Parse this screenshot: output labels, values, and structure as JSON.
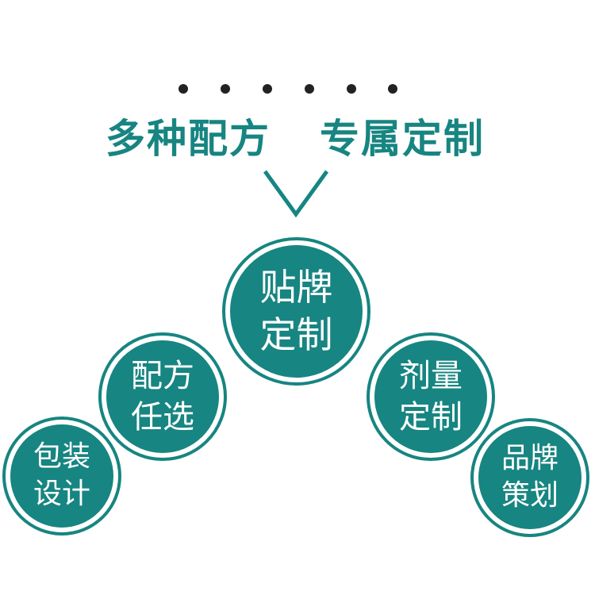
{
  "header": {
    "title_left": "多种配方",
    "title_right": "专属定制"
  },
  "circles": [
    {
      "line1": "贴牌",
      "line2": "定制"
    },
    {
      "line1": "配方",
      "line2": "任选"
    },
    {
      "line1": "包装",
      "line2": "设计"
    },
    {
      "line1": "剂量",
      "line2": "定制"
    },
    {
      "line1": "品牌",
      "line2": "策划"
    }
  ],
  "colors": {
    "accent": "#178581",
    "dots": "#222222"
  }
}
